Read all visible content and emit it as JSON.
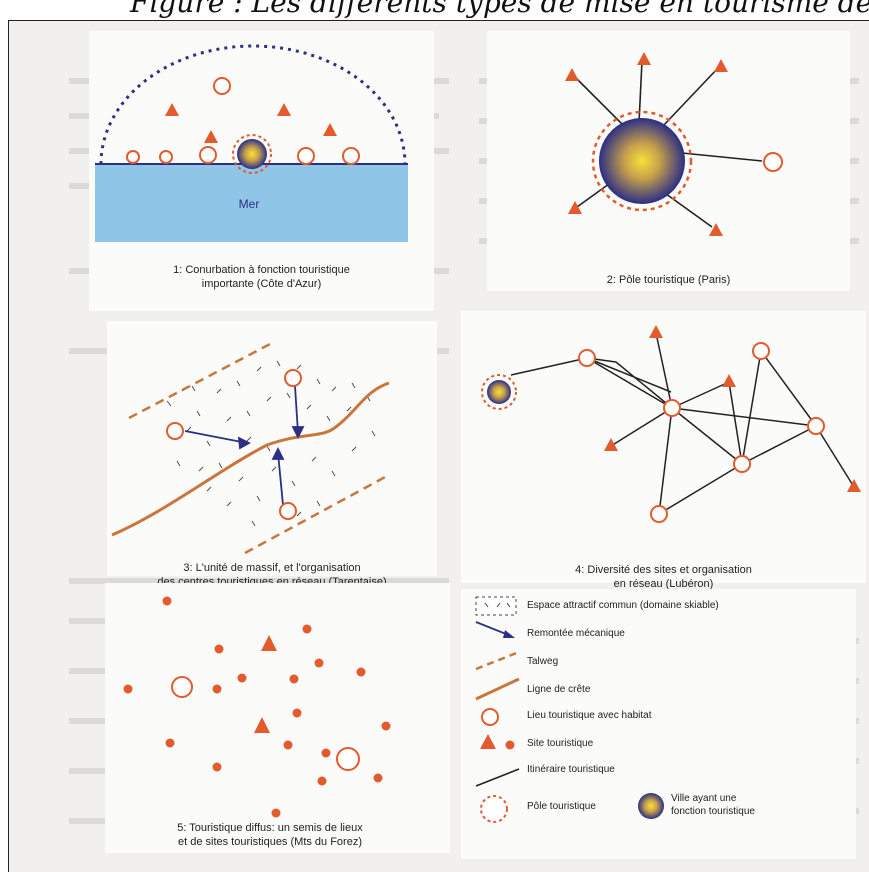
{
  "page": {
    "top_text": "Figure : Les différents types de mise en tourisme de l'espace rural"
  },
  "panels": [
    {
      "caption_line1": "1: Conurbation à fonction touristique",
      "caption_line2": "importante (Côte d'Azur)",
      "sea_label": "Mer"
    },
    {
      "caption_line1": "2: Pôle touristique (Paris)",
      "caption_line2": ""
    },
    {
      "caption_line1": "3: L'unité de massif, et l'organisation",
      "caption_line2": "des centres touristiques en réseau (Tarentaise)"
    },
    {
      "caption_line1": "4: Diversité des sites et organisation",
      "caption_line2": "en réseau (Lubéron)"
    },
    {
      "caption_line1": "5: Touristique diffus: un semis de lieux",
      "caption_line2": "et de sites touristiques  (Mts du Forez)"
    }
  ],
  "legend": {
    "items": [
      "Espace attractif commun (domaine skiable)",
      "Remontée mécanique",
      "Talweg",
      "Ligne de crête",
      "Lieu touristique avec habitat",
      "Site touristique",
      "Itinéraire touristique",
      "Pôle touristique"
    ],
    "city_label_line1": "Ville ayant une",
    "city_label_line2": "fonction touristique"
  },
  "colors": {
    "orange": "#e35a2d",
    "navy": "#2c2f85",
    "sea": "#8fc6e8",
    "ridge": "#c9763b",
    "line": "#222222"
  }
}
